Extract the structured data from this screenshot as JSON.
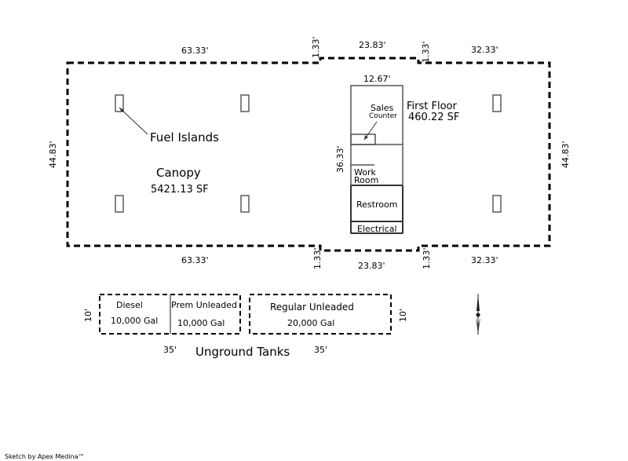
{
  "sketch": {
    "footer": "Sketch by Apex Medina™",
    "canopy": {
      "name": "Canopy",
      "area": "5421.13 SF"
    },
    "first_floor": {
      "name": "First Floor",
      "area": "460.22 SF"
    },
    "fuel_islands_label": "Fuel Islands",
    "dimensions": {
      "top_left": "63.33'",
      "top_step_left": "1.33'",
      "top_middle": "23.83'",
      "top_step_right": "1.33'",
      "top_right": "32.33'",
      "bottom_left": "63.33'",
      "bottom_step_left": "1.33'",
      "bottom_middle": "23.83'",
      "bottom_step_right": "1.33'",
      "bottom_right": "32.33'",
      "left_side": "44.83'",
      "right_side": "44.83'",
      "building_width": "12.67'",
      "building_depth": "36.33'"
    },
    "rooms": {
      "sales_counter_line1": "Sales",
      "sales_counter_line2": "Counter",
      "work_room_line1": "Work",
      "work_room_line2": "Room",
      "restroom": "Restroom",
      "electrical": "Electrical"
    },
    "tanks": {
      "title": "Unground Tanks",
      "left_height": "10'",
      "right_height": "10'",
      "left_width": "35'",
      "right_width": "35'",
      "items": [
        {
          "name": "Diesel",
          "capacity": "10,000 Gal"
        },
        {
          "name": "Prem Unleaded",
          "capacity": "10,000 Gal"
        },
        {
          "name": "Regular Unleaded",
          "capacity": "20,000 Gal"
        }
      ]
    },
    "north_arrow": "north-arrow-icon"
  }
}
